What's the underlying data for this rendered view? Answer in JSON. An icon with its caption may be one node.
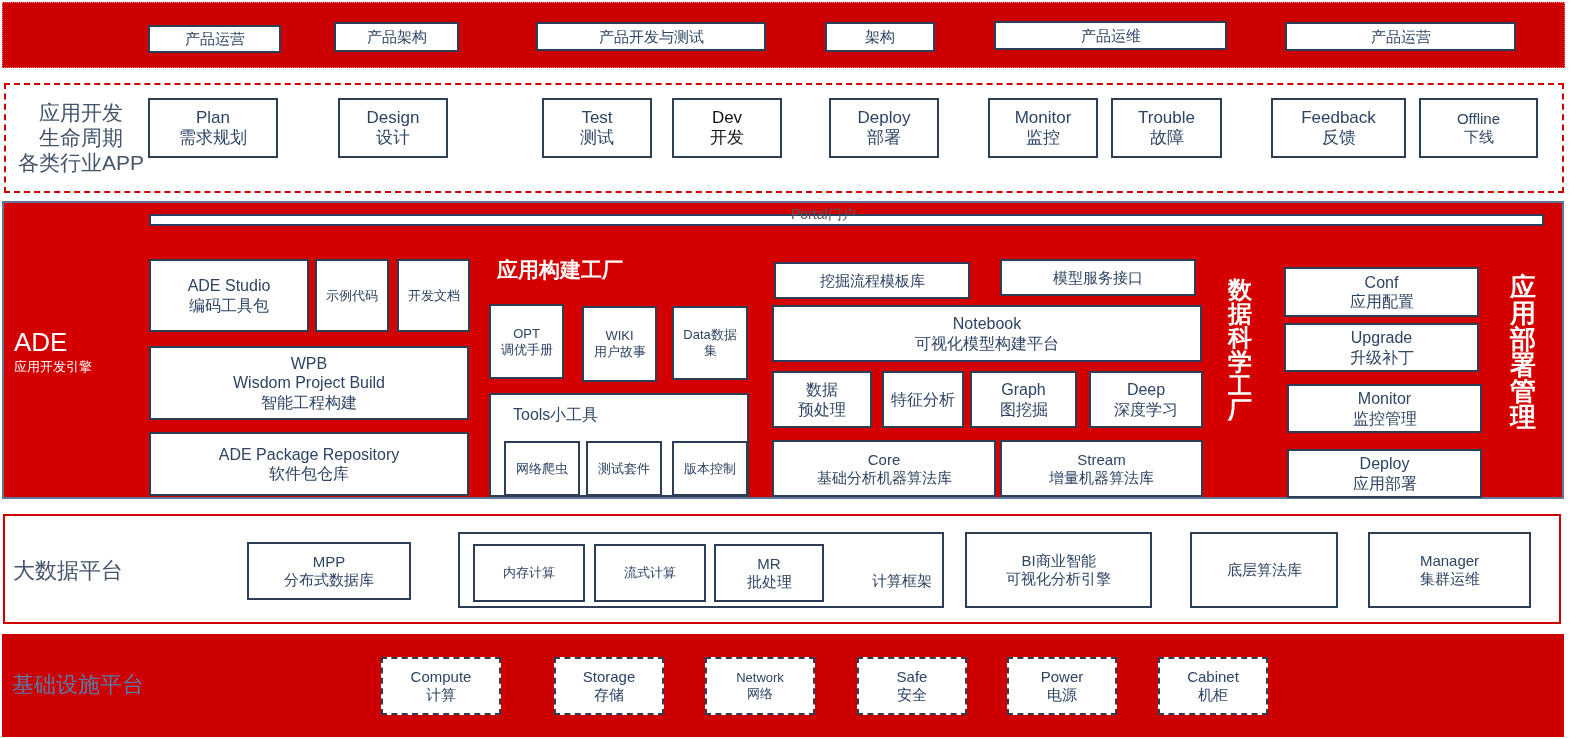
{
  "diagram": {
    "nodes": [
      {
        "text": [],
        "shape": "box"
      },
      {
        "text": [
          "产品运营"
        ],
        "in": 0
      },
      {
        "text": [
          "产品架构"
        ],
        "in": 0
      },
      {
        "text": [
          "产品开发与测试"
        ],
        "in": 0
      },
      {
        "text": [
          "架构"
        ],
        "in": 0
      },
      {
        "text": [
          "产品运维"
        ],
        "in": 0
      },
      {
        "text": [
          "产品运营"
        ],
        "in": 0
      },
      {
        "text": [
          "应用开发",
          "生命周期",
          "各类行业APP"
        ]
      },
      {
        "text": [
          "Plan",
          "需求规划"
        ],
        "in": 7
      },
      {
        "text": [
          "Design",
          "设计"
        ],
        "in": 7
      },
      {
        "text": [
          "Test",
          "测试"
        ],
        "in": 7
      },
      {
        "text": [
          "Dev",
          "开发"
        ],
        "in": 7
      },
      {
        "text": [
          "Deploy",
          "部署"
        ],
        "in": 7
      },
      {
        "text": [
          "Monitor",
          "监控"
        ],
        "in": 7
      },
      {
        "text": [
          "Trouble",
          "故障"
        ],
        "in": 7
      },
      {
        "text": [
          "Feedback",
          "反馈"
        ],
        "in": 7
      },
      {
        "text": [
          "Offline",
          "下线"
        ],
        "in": 7
      },
      {
        "text": [
          "ADE",
          "应用开发引擎"
        ]
      },
      {
        "text": [
          "Portal门户"
        ],
        "in": 17
      },
      {
        "text": [
          "ADE Studio",
          "编码工具包"
        ],
        "in": 17
      },
      {
        "text": [
          "示例代码"
        ],
        "in": 17
      },
      {
        "text": [
          "开发文档"
        ],
        "in": 17
      },
      {
        "text": [
          "WPB",
          "Wisdom Project Build",
          "智能工程构建"
        ],
        "in": 17
      },
      {
        "text": [
          "ADE Package Repository",
          "软件包仓库"
        ],
        "in": 17
      },
      {
        "text": [
          "OPT",
          "调优手册"
        ],
        "in": 17
      },
      {
        "text": [
          "WIKI",
          "用户故事"
        ],
        "in": 17
      },
      {
        "text": [
          "Data数据集"
        ],
        "in": 17
      },
      {
        "text": [
          "Tools小工具"
        ],
        "in": 17
      },
      {
        "text": [
          "网络爬虫"
        ],
        "in": 27
      },
      {
        "text": [
          "测试套件"
        ],
        "in": 27
      },
      {
        "text": [
          "版本控制"
        ],
        "in": 27
      },
      {
        "text": [
          "挖掘流程模板库"
        ],
        "in": 17
      },
      {
        "text": [
          "模型服务接口"
        ],
        "in": 17
      },
      {
        "text": [
          "Notebook",
          "可视化模型构建平台"
        ],
        "in": 17
      },
      {
        "text": [
          "数据",
          "预处理"
        ],
        "in": 17
      },
      {
        "text": [
          "特征分析"
        ],
        "in": 17
      },
      {
        "text": [
          "Graph",
          "图挖掘"
        ],
        "in": 17
      },
      {
        "text": [
          "Deep",
          "深度学习"
        ],
        "in": 17
      },
      {
        "text": [
          "Core",
          "基础分析机器算法库"
        ],
        "in": 17
      },
      {
        "text": [
          "Stream",
          "增量机器算法库"
        ],
        "in": 17
      },
      {
        "text": [
          "Conf",
          "应用配置"
        ],
        "in": 17
      },
      {
        "text": [
          "Upgrade",
          "升级补丁"
        ],
        "in": 17
      },
      {
        "text": [
          "Monitor",
          "监控管理"
        ],
        "in": 17
      },
      {
        "text": [
          "Deploy",
          "应用部署"
        ],
        "in": 17
      },
      {
        "text": [
          "大数据平台"
        ]
      },
      {
        "text": [
          "MPP",
          "分布式数据库"
        ],
        "in": 44
      },
      {
        "text": [
          "计算框架"
        ],
        "in": 44
      },
      {
        "text": [
          "内存计算"
        ],
        "in": 46
      },
      {
        "text": [
          "流式计算"
        ],
        "in": 46
      },
      {
        "text": [
          "MR",
          "批处理"
        ],
        "in": 46
      },
      {
        "text": [
          "BI商业智能",
          "可视化分析引擎"
        ],
        "in": 44
      },
      {
        "text": [
          "底层算法库"
        ],
        "in": 44
      },
      {
        "text": [
          "Manager",
          "集群运维"
        ],
        "in": 44
      },
      {
        "text": [
          "基础设施平台"
        ]
      },
      {
        "text": [
          "Compute",
          "计算"
        ],
        "in": 53
      },
      {
        "text": [
          "Storage",
          "存储"
        ],
        "in": 53
      },
      {
        "text": [
          "Network",
          "网络"
        ],
        "in": 53
      },
      {
        "text": [
          "Safe",
          "安全"
        ],
        "in": 53
      },
      {
        "text": [
          "Power",
          "电源"
        ],
        "in": 53
      },
      {
        "text": [
          "Cabinet",
          "机柜"
        ],
        "in": 53
      }
    ],
    "labels": [
      "应用构建工厂",
      "数据科学工厂",
      "应用部署管理"
    ]
  }
}
